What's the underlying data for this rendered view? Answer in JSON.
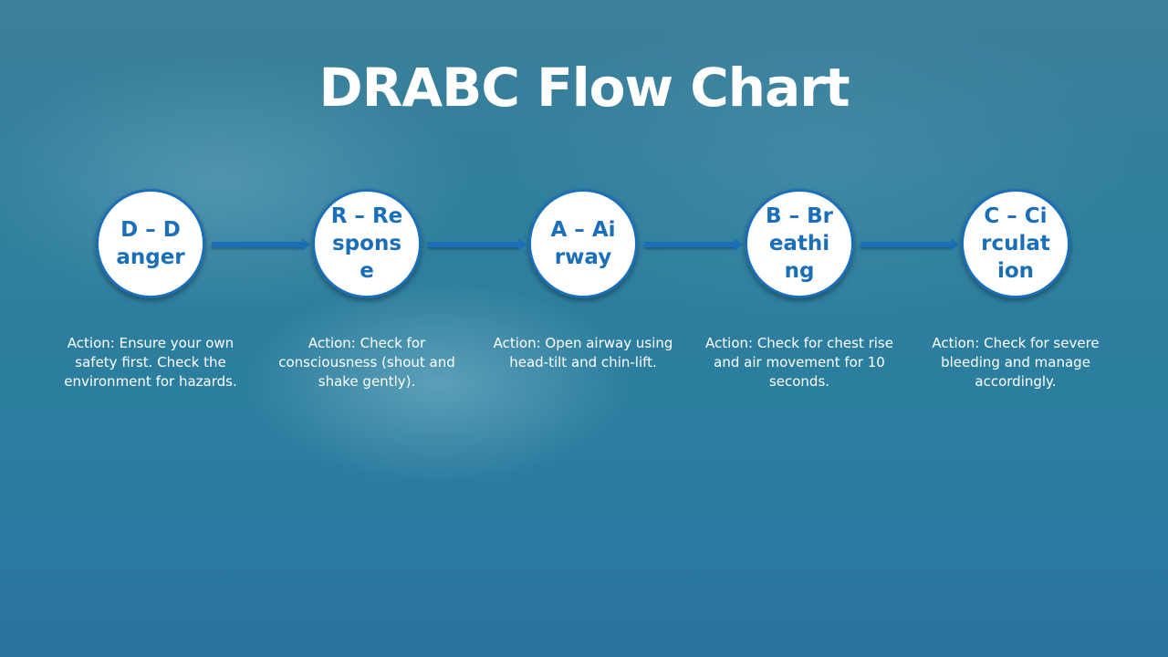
{
  "title": "DRABC Flow Chart",
  "colors": {
    "accent": "#1b6fb8",
    "node_fill": "#ffffff",
    "text": "#ffffff"
  },
  "steps": [
    {
      "label": "D – Danger",
      "action": "Action: Ensure your own safety first. Check the environment for hazards."
    },
    {
      "label": "R – Response",
      "action": "Action: Check for consciousness (shout and shake gently)."
    },
    {
      "label": "A – Airway",
      "action": "Action: Open airway using head-tilt and chin-lift."
    },
    {
      "label": "B – Breathing",
      "action": "Action: Check for chest rise and air movement for 10 seconds."
    },
    {
      "label": "C – Circulation",
      "action": "Action: Check for severe bleeding and manage accordingly."
    }
  ]
}
